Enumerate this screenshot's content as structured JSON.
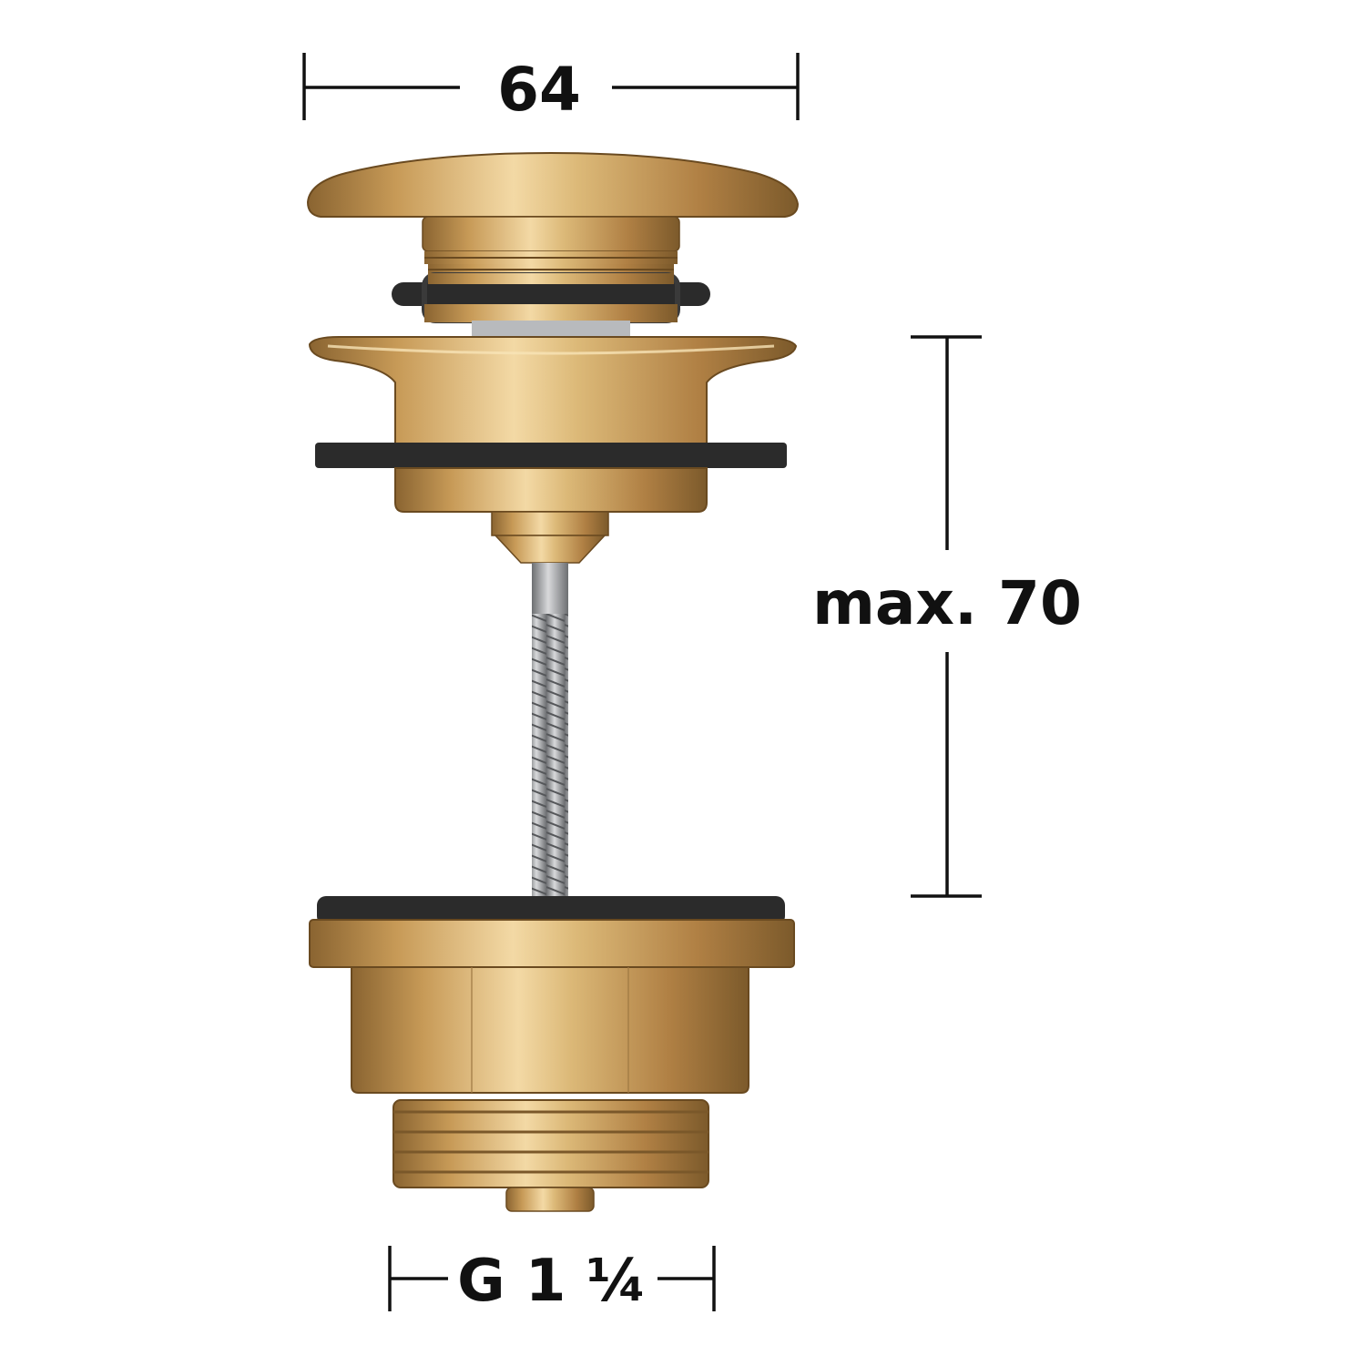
{
  "dimensions": {
    "top_width": "64",
    "height": "max. 70",
    "thread": "G 1 ¼"
  },
  "colors": {
    "brass_light": "#f3d9a5",
    "brass_mid": "#cfa565",
    "brass_dark": "#8a6431",
    "gasket": "#2b2b2b",
    "rod": "#a7a9ac",
    "line": "#111111"
  }
}
